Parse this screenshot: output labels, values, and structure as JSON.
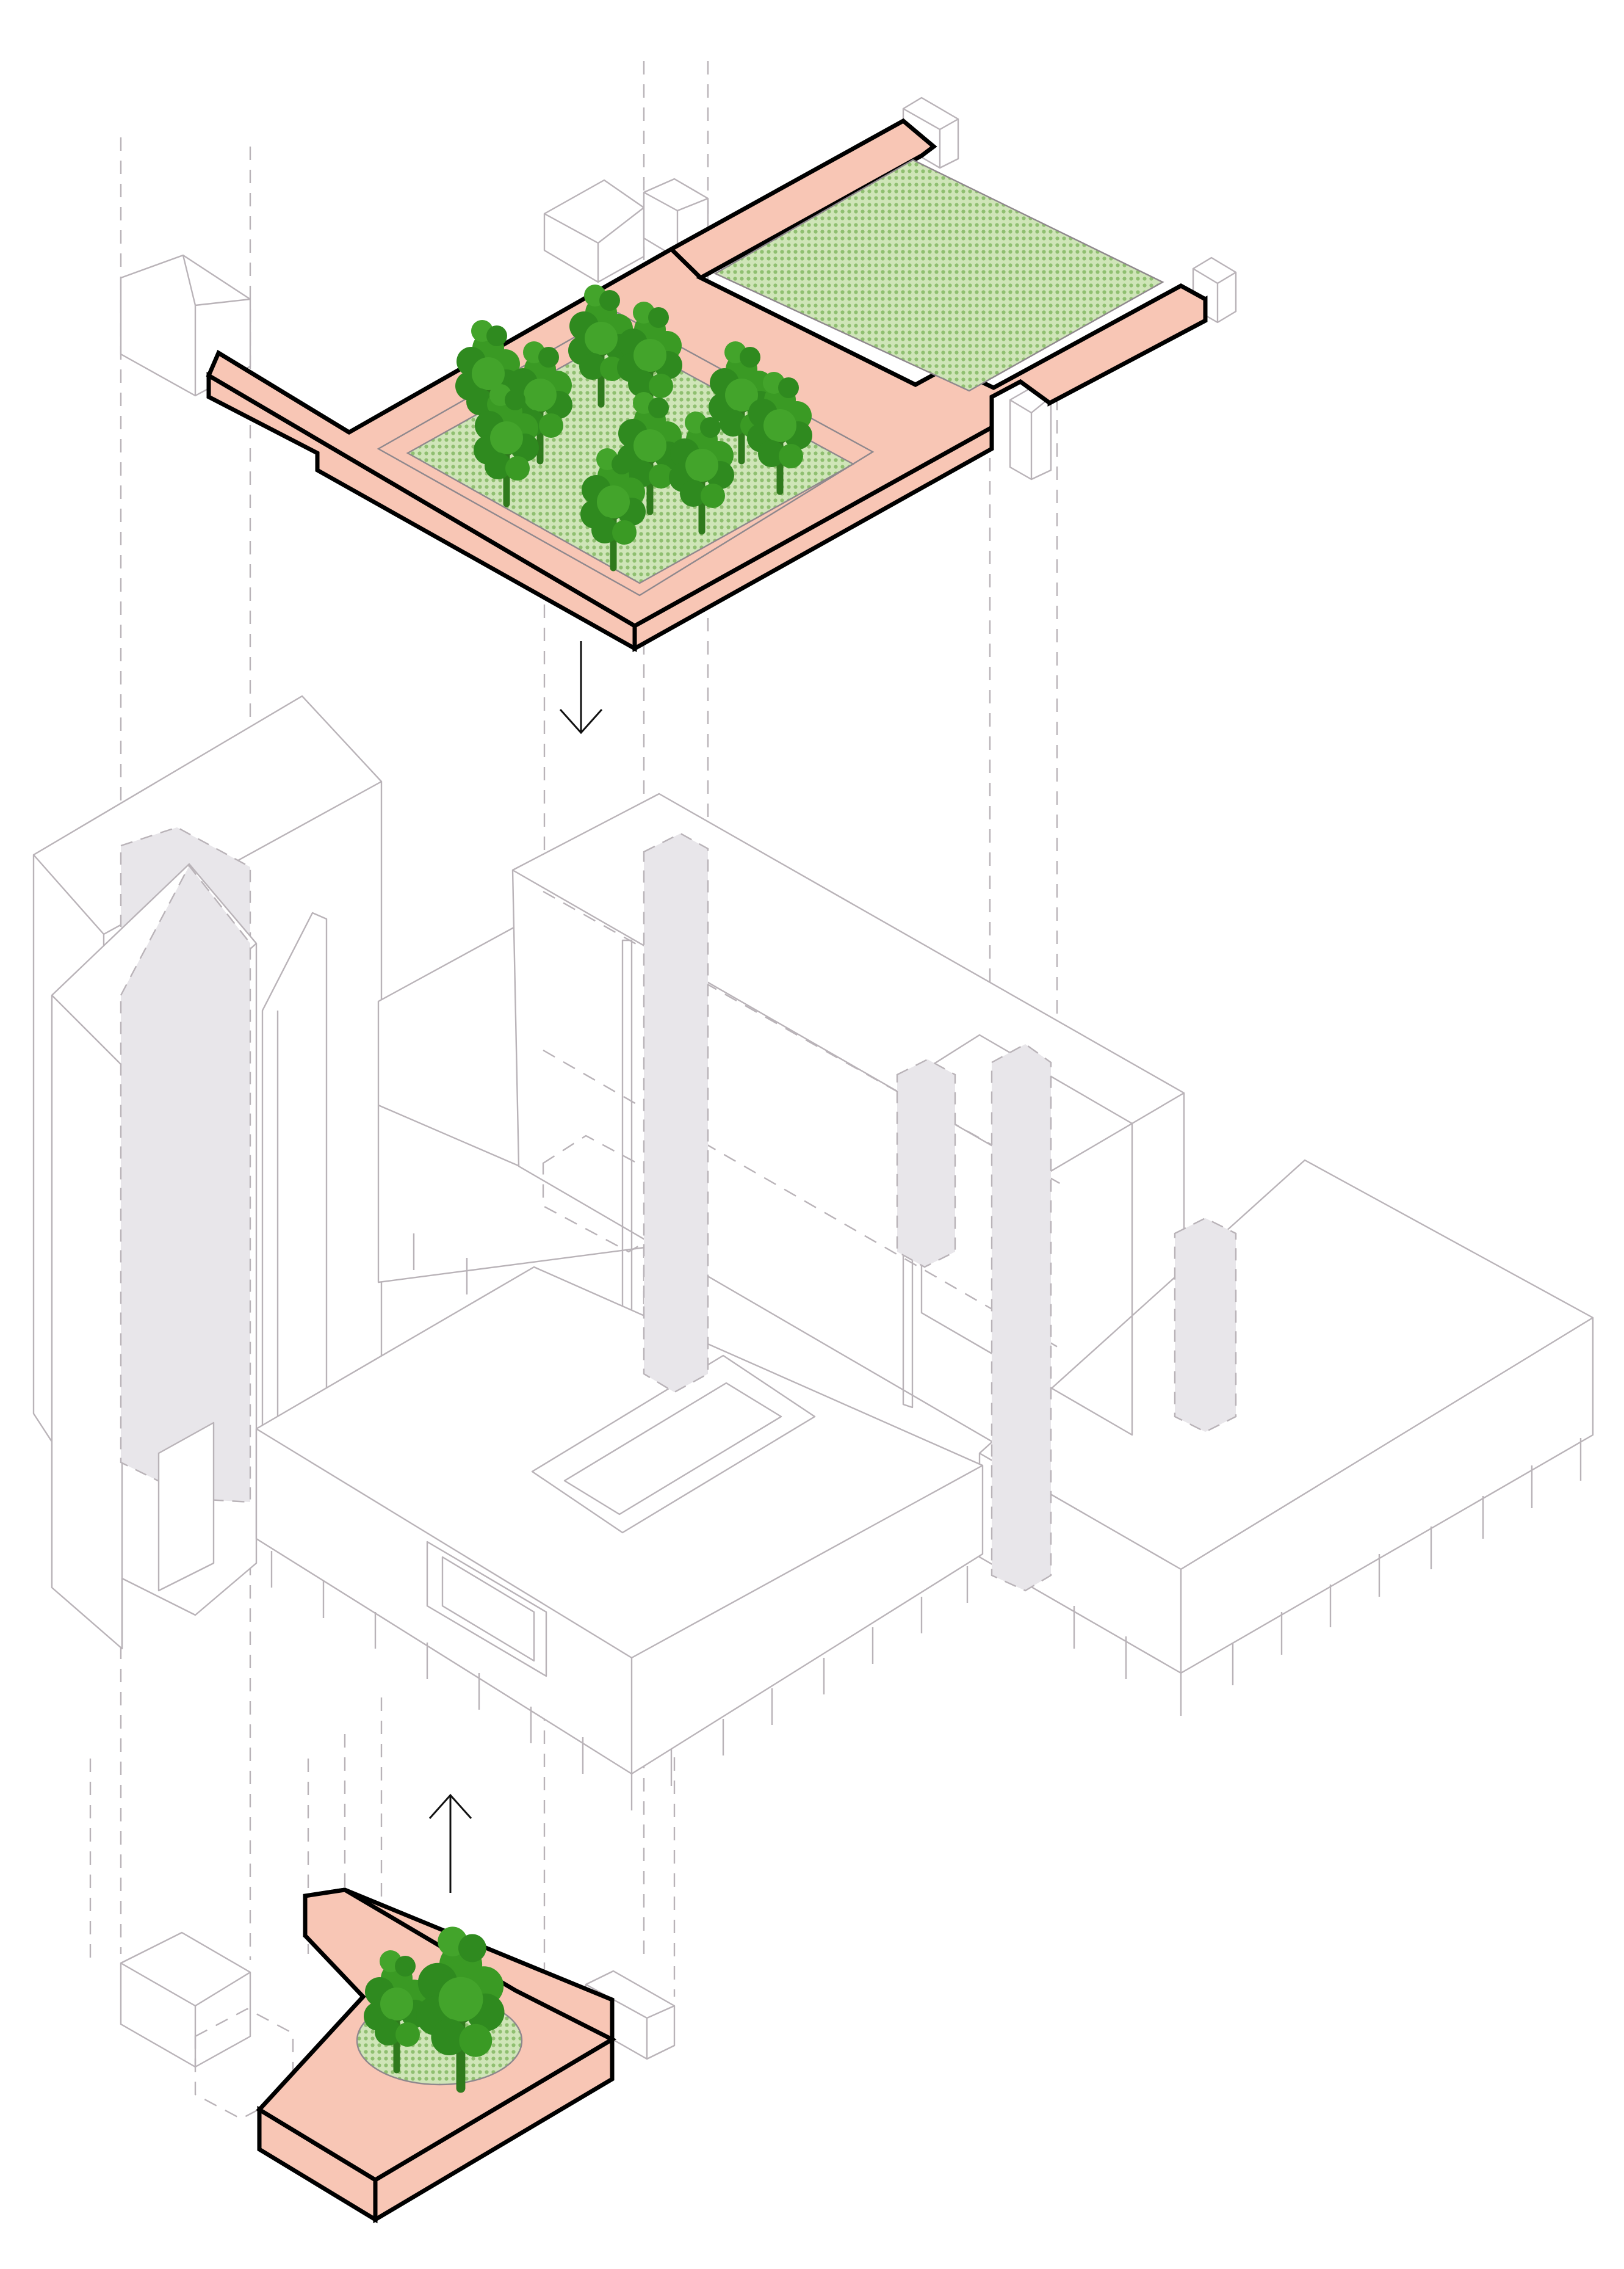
{
  "colors": {
    "slab_fill": "#f8c6b5",
    "slab_outline": "#000000",
    "lawn_green": "#c8e0b0",
    "lawn_dot": "#93c078",
    "tree_green": "#2f8a1f",
    "tree_dark": "#1f6b15",
    "building_line": "#b9b3b8",
    "core_fill": "#e8e6ea",
    "arrow": "#111111"
  },
  "icons": {
    "tree": "tree-icon",
    "down_arrow": "arrow-down-icon",
    "up_arrow": "arrow-up-icon"
  },
  "elements": {
    "upper_slab": "roof-terrace-slab",
    "lower_slab": "ground-plaza-slab",
    "building": "central-building-volumes",
    "upper_tree_count": 10,
    "lower_tree_count": 2
  }
}
